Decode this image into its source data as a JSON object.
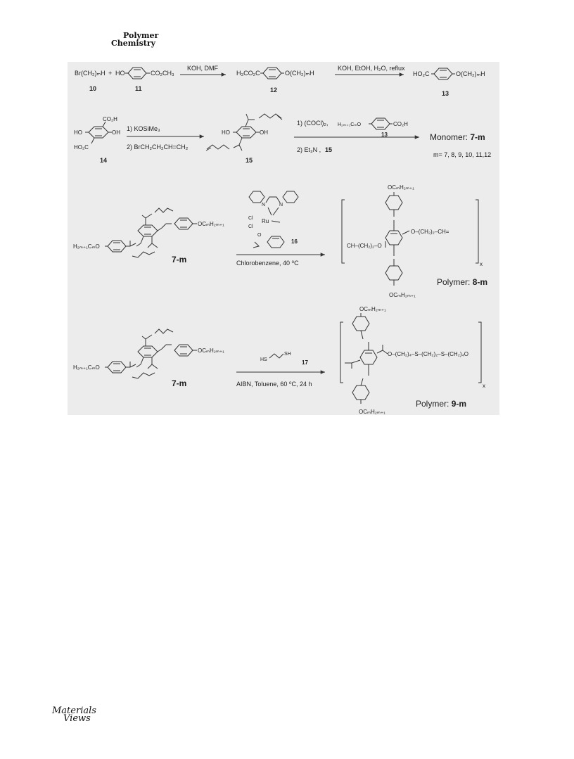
{
  "journal": {
    "line1": "Polymer",
    "line2": "Chemistry"
  },
  "logo": {
    "line1": "Materials",
    "line2": "Views"
  },
  "row1": {
    "reactant1": "Br(CH₂)ₘH",
    "plus": "+",
    "reactant2_left": "HO",
    "reactant2_right": "CO₂CH₃",
    "label10": "10",
    "label11": "11",
    "cond1": "KOH, DMF",
    "p12_left": "H₃CO₂C",
    "p12_right": "O(CH₂)ₘH",
    "label12": "12",
    "cond2": "KOH, EtOH, H₂O, reflux",
    "p13_left": "HO₂C",
    "p13_right": "O(CH₂)ₘH",
    "label13": "13"
  },
  "row2": {
    "s14_co2h": "CO₂H",
    "s14_oh": "OH",
    "s14_ho": "HO",
    "s14_ho2c": "HO₂C",
    "label14": "14",
    "cond1": "1) KOSiMe₃",
    "cond2": "2) BrCH₂CH₂CH=CH₂",
    "s15_ho": "HO",
    "s15_oh": "OH",
    "label15": "15",
    "cond3": "1) (COCl)₂,",
    "cond3_acid_left": "H₂ₘ₊₁CₘO",
    "cond3_acid_right": "CO₂H",
    "cond3_label": "13",
    "cond4": "2) Et₃N ,",
    "cond4_label": "15",
    "monomer_prefix": "Monomer: ",
    "monomer_label": "7-m",
    "m_values": "m= 7, 8, 9, 10, 11,12"
  },
  "row3": {
    "left_chain": "H₂ₘ₊₁CₘO",
    "right_chain": "OCₘH₂ₘ₊₁",
    "label7m": "7-m",
    "catalyst_n1": "N",
    "catalyst_n2": "N",
    "catalyst_cl1": "Cl",
    "catalyst_ru": "Ru",
    "catalyst_cl2": "Cl",
    "catalyst_o": "O",
    "catalyst_label": "16",
    "cond": "Chlorobenzene, 40 ⁰C",
    "top_chain": "OCₘH₂ₘ₊₁",
    "bottom_chain": "OCₘH₂ₘ₊₁",
    "backbone_left": "CH–(CH₂)₂–O",
    "backbone_right": "O–(CH₂)₂–CH=",
    "repeat_x": "x",
    "polymer_prefix": "Polymer: ",
    "polymer_label": "8-m"
  },
  "row4": {
    "left_chain": "H₂ₘ₊₁CₘO",
    "right_chain": "OCₘH₂ₘ₊₁",
    "label7m": "7-m",
    "thiol_left": "HS",
    "thiol_right": "SH",
    "thiol_label": "17",
    "cond": "AIBN, Toluene, 60 ⁰C, 24 h",
    "top_chain": "OCₘH₂ₘ₊₁",
    "bottom_chain": "OCₘH₂ₘ₊₁",
    "backbone": "O–(CH₂)₄–S–(CH₂)₂–S–(CH₂)₄O",
    "repeat_x": "x",
    "polymer_prefix": "Polymer: ",
    "polymer_label": "9-m"
  }
}
